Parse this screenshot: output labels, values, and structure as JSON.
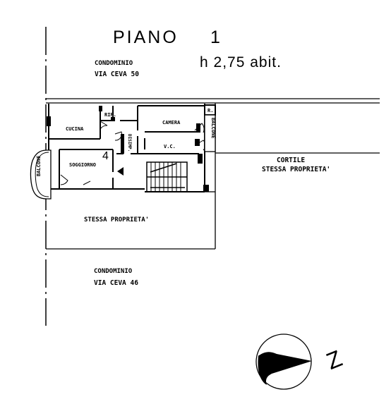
{
  "title": {
    "floor_label": "PIANO",
    "floor_number": "1",
    "height_note": "h 2,75 abit."
  },
  "neighbors": {
    "north_name": "CONDOMINIO",
    "north_address": "VIA CEVA 50",
    "south_name": "CONDOMINIO",
    "south_address": "VIA CEVA 46"
  },
  "areas": {
    "courtyard_line1": "CORTILE",
    "courtyard_line2": "STESSA PROPRIETA'",
    "same_property": "STESSA PROPRIETA'"
  },
  "rooms": {
    "kitchen": "CUCINA",
    "storage": "RIP.",
    "bedroom": "CAMERA",
    "bathroom": "V.C.",
    "living": "SOGGIORNO",
    "hallway": "DISIMP.",
    "balcony_left": "BALCONE",
    "balcony_right": "BALCONE",
    "r_marker": "R.",
    "unit_number": "4"
  },
  "compass": {
    "north_letter": "Z"
  },
  "colors": {
    "ink": "#000000",
    "paper": "#ffffff"
  }
}
